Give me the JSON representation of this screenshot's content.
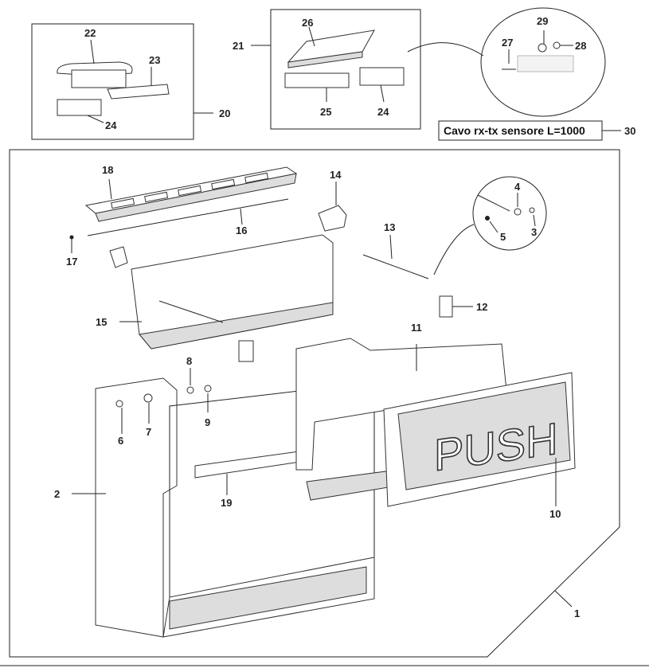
{
  "callouts": [
    "1",
    "2",
    "3",
    "4",
    "5",
    "6",
    "7",
    "8",
    "9",
    "10",
    "11",
    "12",
    "13",
    "14",
    "15",
    "16",
    "17",
    "18",
    "19",
    "20",
    "21",
    "22",
    "23",
    "24",
    "24",
    "25",
    "26",
    "27",
    "28",
    "29",
    "30"
  ],
  "cable_caption": "Cavo rx-tx sensore L=1000",
  "sign_text": "PUSH"
}
